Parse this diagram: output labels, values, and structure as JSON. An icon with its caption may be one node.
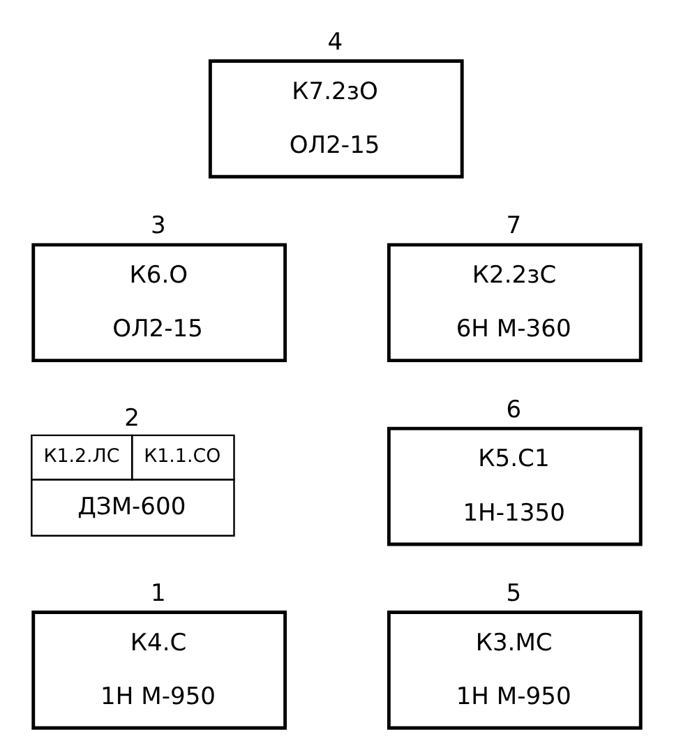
{
  "diagram": {
    "nodes": [
      {
        "text": [
          "4",
          "К7.2зО",
          "ОЛ2-15"
        ]
      },
      {
        "text": [
          "3",
          "К6.О",
          "ОЛ2-15"
        ]
      },
      {
        "text": [
          "7",
          "К2.2зС",
          "6Н М-360"
        ]
      },
      {
        "text": [
          "2",
          "К1.2.ЛС",
          "К1.1.СО",
          "ДЗМ-600"
        ]
      },
      {
        "text": [
          "6",
          "К5.С1",
          "1Н-1350"
        ]
      },
      {
        "text": [
          "1",
          "К4.С",
          "1Н М-950"
        ]
      },
      {
        "text": [
          "5",
          "К3.МС",
          "1Н М-950"
        ]
      }
    ],
    "edges": []
  }
}
